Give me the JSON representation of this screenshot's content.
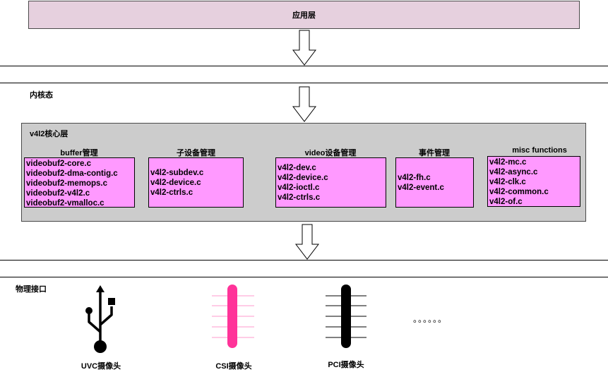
{
  "app_layer": {
    "label": "应用层"
  },
  "kernel_section": {
    "label": "内核态"
  },
  "v4l2_core": {
    "title": "v4l2核心层",
    "groups": [
      {
        "title": "buffer管理",
        "files": [
          "videobuf2-core.c",
          "videobuf2-dma-contig.c",
          "videobuf2-memops.c",
          "videobuf2-v4l2.c",
          "videobuf2-vmalloc.c"
        ]
      },
      {
        "title": "子设备管理",
        "files": [
          "v4l2-subdev.c",
          "v4l2-device.c",
          "v4l2-ctrls.c"
        ]
      },
      {
        "title": "video设备管理",
        "files": [
          "v4l2-dev.c",
          "v4l2-device.c",
          "v4l2-ioctl.c",
          "v4l2-ctrls.c"
        ]
      },
      {
        "title": "事件管理",
        "files": [
          "v4l2-fh.c",
          "v4l2-event.c"
        ]
      },
      {
        "title": "misc functions",
        "files": [
          "v4l2-mc.c",
          "v4l2-async.c",
          "v4l2-clk.c",
          "v4l2-common.c",
          "v4l2-of.c"
        ]
      }
    ]
  },
  "physical_section": {
    "label": "物理接口",
    "interfaces": [
      {
        "label": "UVC摄像头",
        "icon": "usb-icon"
      },
      {
        "label": "CSI摄像头",
        "icon": "csi-connector-icon",
        "color": "#ff3399"
      },
      {
        "label": "PCI摄像头",
        "icon": "pci-connector-icon",
        "color": "#000000"
      }
    ],
    "more": "。。。。。。"
  },
  "colors": {
    "app_layer_fill": "#e6d0de",
    "core_fill": "#cccccc",
    "file_box_fill": "#ff99ff"
  }
}
